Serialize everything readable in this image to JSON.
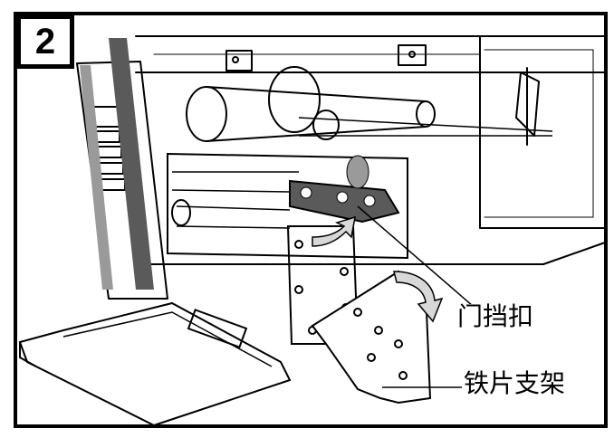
{
  "step": {
    "number": "2"
  },
  "callouts": {
    "door_latch": "门挡扣",
    "iron_bracket": "铁片支架"
  },
  "colors": {
    "line": "#000000",
    "shade": "#5a5a5a",
    "light": "#d8d8d8",
    "background": "#ffffff"
  }
}
